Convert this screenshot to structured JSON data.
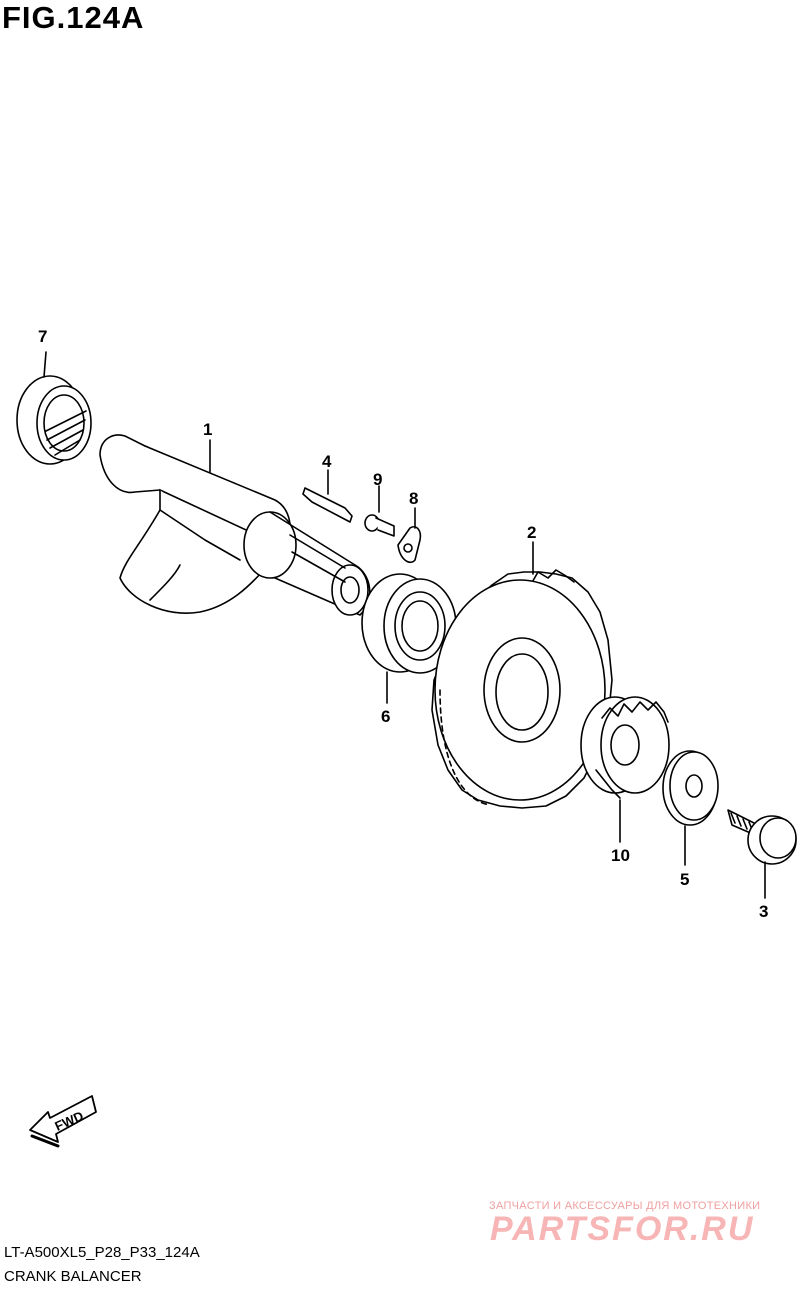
{
  "figure": {
    "title": "FIG.124A"
  },
  "callouts": [
    {
      "label": "7"
    },
    {
      "label": "1"
    },
    {
      "label": "4"
    },
    {
      "label": "9"
    },
    {
      "label": "8"
    },
    {
      "label": "2"
    },
    {
      "label": "6"
    },
    {
      "label": "10"
    },
    {
      "label": "5"
    },
    {
      "label": "3"
    }
  ],
  "fwd_label": "FWD",
  "footer": {
    "model_code": "LT-A500XL5_P28_P33_124A",
    "section_name": "CRANK BALANCER"
  },
  "watermark": {
    "tagline": "ЗАПЧАСТИ И АКСЕССУАРЫ ДЛЯ МОТОТЕХНИКИ",
    "brand": "PARTSFOR.RU"
  }
}
